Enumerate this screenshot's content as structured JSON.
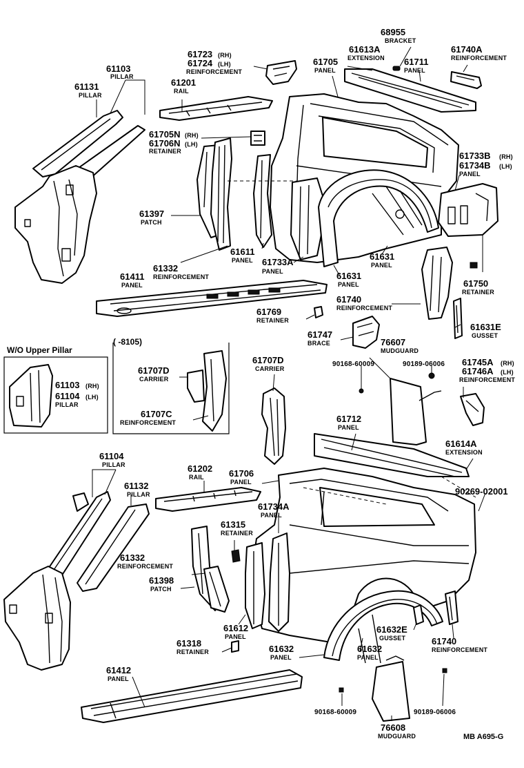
{
  "callouts": {
    "p68955": {
      "num": "68955",
      "desc": "BRACKET"
    },
    "p61613A": {
      "num": "61613A",
      "desc": "EXTENSION"
    },
    "p61740A": {
      "num": "61740A",
      "desc": "REINFORCEMENT"
    },
    "p61711": {
      "num": "61711",
      "desc": "PANEL"
    },
    "p61705": {
      "num": "61705",
      "desc": "PANEL"
    },
    "p61723": {
      "num": "61723",
      "sub": "(RH)"
    },
    "p61724": {
      "num": "61724",
      "sub": "(LH)",
      "desc": "REINFORCEMENT"
    },
    "p61103": {
      "num": "61103",
      "desc": "PILLAR"
    },
    "p61131": {
      "num": "61131",
      "desc": "PILLAR"
    },
    "p61201": {
      "num": "61201",
      "desc": "RAIL"
    },
    "p61705N": {
      "num": "61705N",
      "sub": "(RH)"
    },
    "p61706N": {
      "num": "61706N",
      "sub": "(LH)",
      "desc": "RETAINER"
    },
    "p61733B": {
      "num": "61733B",
      "sub": "(RH)"
    },
    "p61734B": {
      "num": "61734B",
      "sub": "(LH)",
      "desc": "PANEL"
    },
    "p61397": {
      "num": "61397",
      "desc": "PATCH"
    },
    "p61611": {
      "num": "61611",
      "desc": "PANEL"
    },
    "p61733A": {
      "num": "61733A",
      "desc": "PANEL"
    },
    "p61631a": {
      "num": "61631",
      "desc": "PANEL"
    },
    "p61631b": {
      "num": "61631",
      "desc": "PANEL"
    },
    "p61332a": {
      "num": "61332",
      "desc": "REINFORCEMENT"
    },
    "p61411": {
      "num": "61411",
      "desc": "PANEL"
    },
    "p61750": {
      "num": "61750",
      "desc": "RETAINER"
    },
    "p61740a": {
      "num": "61740",
      "desc": "REINFORCEMENT"
    },
    "p61769": {
      "num": "61769",
      "desc": "RETAINER"
    },
    "p61631E": {
      "num": "61631E",
      "desc": "GUSSET"
    },
    "p61747": {
      "num": "61747",
      "desc": "BRACE"
    },
    "p76607": {
      "num": "76607",
      "desc": "MUDGUARD"
    },
    "p90168a": {
      "num": "90168-60009"
    },
    "p90189a": {
      "num": "90189-06006"
    },
    "p61745A": {
      "num": "61745A",
      "sub": "(RH)"
    },
    "p61746A": {
      "num": "61746A",
      "sub": "(LH)",
      "desc": "REINFORCEMENT"
    },
    "p61707Da": {
      "num": "61707D",
      "desc": "CARRIER"
    },
    "p61707Db": {
      "num": "61707D",
      "desc": "CARRIER"
    },
    "p61707C": {
      "num": "61707C",
      "desc": "REINFORCEMENT"
    },
    "p61103b": {
      "num": "61103",
      "sub": "(RH)"
    },
    "p61104b": {
      "num": "61104",
      "sub": "(LH)",
      "desc": "PILLAR"
    },
    "p61712": {
      "num": "61712",
      "desc": "PANEL"
    },
    "p61614A": {
      "num": "61614A",
      "desc": "EXTENSION"
    },
    "p61104": {
      "num": "61104",
      "desc": "PILLAR"
    },
    "p61132": {
      "num": "61132",
      "desc": "PILLAR"
    },
    "p61202": {
      "num": "61202",
      "desc": "RAIL"
    },
    "p61706": {
      "num": "61706",
      "desc": "PANEL"
    },
    "p90269": {
      "num": "90269-02001"
    },
    "p61734A": {
      "num": "61734A",
      "desc": "PANEL"
    },
    "p61315": {
      "num": "61315",
      "desc": "RETAINER"
    },
    "p61332b": {
      "num": "61332",
      "desc": "REINFORCEMENT"
    },
    "p61398": {
      "num": "61398",
      "desc": "PATCH"
    },
    "p61612": {
      "num": "61612",
      "desc": "PANEL"
    },
    "p61632E": {
      "num": "61632E",
      "desc": "GUSSET"
    },
    "p61740b": {
      "num": "61740",
      "desc": "REINFORCEMENT"
    },
    "p61318": {
      "num": "61318",
      "desc": "RETAINER"
    },
    "p61632a": {
      "num": "61632",
      "desc": "PANEL"
    },
    "p61632b": {
      "num": "61632",
      "desc": "PANEL"
    },
    "p61412": {
      "num": "61412",
      "desc": "PANEL"
    },
    "p90168b": {
      "num": "90168-60009"
    },
    "p90189b": {
      "num": "90189-06006"
    },
    "p76608": {
      "num": "76608",
      "desc": "MUDGUARD"
    }
  },
  "sections": {
    "wo_upper_pillar": "W/O Upper Pillar",
    "date_range": "(      -8105)"
  },
  "footer": {
    "code": "MB  A695-G"
  }
}
